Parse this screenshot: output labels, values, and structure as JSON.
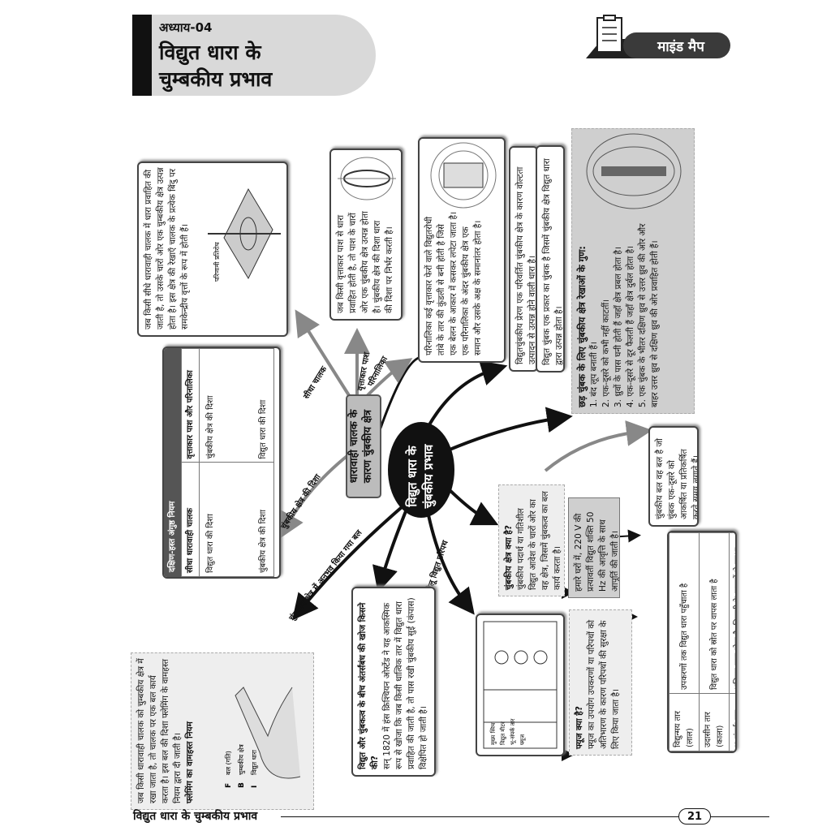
{
  "header": {
    "chapter": "अध्याय-04",
    "title_line1": "विद्युत धारा के",
    "title_line2": "चुम्बकीय प्रभाव",
    "mind_map_label": "माइंड मैप"
  },
  "center": {
    "line1": "विद्युत धारा के",
    "line2": "चुंबकीय प्रभाव"
  },
  "hub": {
    "line1": "धारावाही चालक के",
    "line2": "कारण चुंबकीय क्षेत्र"
  },
  "labels": {
    "straight": "सीधा चालक",
    "loop": "वृत्ताकार पाश",
    "solenoid": "परिनालिका",
    "field_direction": "चुंबकीय क्षेत्र की दिशा",
    "force": "चुंबकीय क्षेत्र में अनुभव किया गया बल",
    "domestic": "घरेलू विद्युत परिपथ"
  },
  "boxes": {
    "straight": "जब किसी सीधे धारावाही चालक में धारा प्रवाहित की जाती है, तो उसके चारों ओर एक चुम्बकीय क्षेत्र उत्पन्न होता है। इस क्षेत्र की रेखाएँ चालक के प्रत्येक बिंदु पर समकेन्द्रीय वृत्तों के रूप में होती हैं।",
    "straight_fig": "परिणामी प्रतिरोध",
    "loop": "जब किसी वृत्ताकार पाश से धारा प्रवाहित होती है, तो पाश के चारों ओर एक चुंबकीय क्षेत्र उत्पन्न होता है। चुंबकीय क्षेत्र की दिशा धारा की दिशा पर निर्भर करती है।",
    "solenoid": "परिनालिका कई वृत्ताकार फेरों वाले विद्युतरोधी तांबे के तार की कुंडली से बनी होती है जिसे एक बेलन के आकार में कसकर लपेटा जाता है। एक परिनालिका के अंदर चुंबकीय क्षेत्र एक समान और उसके अक्ष के समानांतर होता है।",
    "electromagnet": "विद्युतचुंबकीय प्रेरण एक परिवर्तित चुंबकीय क्षेत्र के कारण वोल्टता उत्पादन से उत्पन्न होने वाली धारा है।",
    "magnet_def": "विद्युत चुंबक एक प्रकार का चुंबक है जिसमें चुंबकीय क्षेत्र विद्युत धारा द्वारा उत्पन्न होता है।",
    "properties_title": "छड़ चुंबक के लिए चुंबकीय क्षेत्र रेखाओं के गुण:",
    "properties": [
      "1. बंद लूप बनाती हैं।",
      "2. एक-दूसरे को कभी नहीं काटतीं।",
      "3. ध्रुवों के पास घनी होती हैं जहाँ क्षेत्र प्रबल होता है।",
      "4. एक-दूसरे से दूर फैलती हैं जहाँ क्षेत्र दुर्बल होता है।",
      "5. एक चुंबक के भीतर दक्षिण ध्रुव से उत्तर ध्रुव की ओर और बाहर उत्तर ध्रुव से दक्षिण ध्रुव की ओर प्रवाहित होती हैं।"
    ],
    "field_q": "चुंबकीय क्षेत्र क्या है?",
    "field_a": "चुंबकीय पदार्थ या गतिशील विद्युत आवेश के चारों ओर का वह क्षेत्र, जिसमें चुंबकत्व का बल कार्य करता है।",
    "ac": "हमारे घरों में, 220 V की प्रत्यावर्ती विद्युत शक्ति 50 Hz की आवृत्ति के साथ आपूर्ति की जाती है।",
    "magnet_note": "चुंबकीय बल वह बल है जो चुंबक एक-दूसरे को आकर्षित या प्रतिकर्षित करते समय लगाते हैं।",
    "fuse_q": "फ्यूज क्या है?",
    "fuse_a": "फ्यूज का उपयोग उपकरणों या परिपथों को अतिभारण के कारण परिपथों की सुरक्षा के लिए किया जाता है।",
    "circuit_labels": [
      "मुख्य स्विच",
      "विद्युत मीटर",
      "भू-संपर्क तार",
      "फ्यूज"
    ],
    "oersted_title": "विद्युत और चुंबकत्व के बीच अंतर्संबंध की खोज किसने की?",
    "oersted": "सन् 1820 में हंस क्रिश्चियन ओर्स्टेड ने यह आकस्मिक रूप से खोजा कि जब किसी धात्विक तार में विद्युत धारा प्रवाहित की जाती है, तो पास रखी चुंबकीय सुई (कंपास) विक्षेपित हो जाती है।",
    "fleming_title": "फ्लेमिंग का वामहस्त नियम",
    "fleming": "जब किसी धारावाही चालक को चुम्बकीय क्षेत्र में रखा जाता है, तो चालक पर एक बल कार्य करता है। इस बल की दिशा फ्लेमिंग के वामहस्त नियम द्वारा दी जाती है।",
    "fleming_labels": [
      "बल (गति)",
      "चुम्बकीय क्षेत्र",
      "विद्युत धारा",
      "F",
      "B",
      "I"
    ],
    "rule_title": "दक्षिण-हस्त अंगुष्ठ नियम",
    "rule_cols": [
      "सीधा धारावाही चालक",
      "वृत्ताकार पाश और परिनालिका"
    ],
    "rule_labels": [
      "विद्युत धारा की दिशा",
      "चुंबकीय क्षेत्र की दिशा",
      "चुंबकीय क्षेत्र की दिशा",
      "विद्युत धारा की दिशा"
    ]
  },
  "wires": {
    "rows": [
      [
        "विद्युन्मय तार (लाल)",
        "उपकरणों तक विद्युत धारा पहुँचाता है"
      ],
      [
        "उदासीन तार (काला)",
        "विद्युत धारा को स्रोत पर वापस लाता है"
      ],
      [
        "भू-संपर्क तार (हरा)",
        "भूमिगत जुड़ा होता है, बिजली के झटकों से सुरक्षा सुनिश्चित करता है।"
      ]
    ]
  },
  "footer": {
    "title": "विद्युत धारा के चुम्बकीय प्रभाव",
    "page": "21"
  }
}
